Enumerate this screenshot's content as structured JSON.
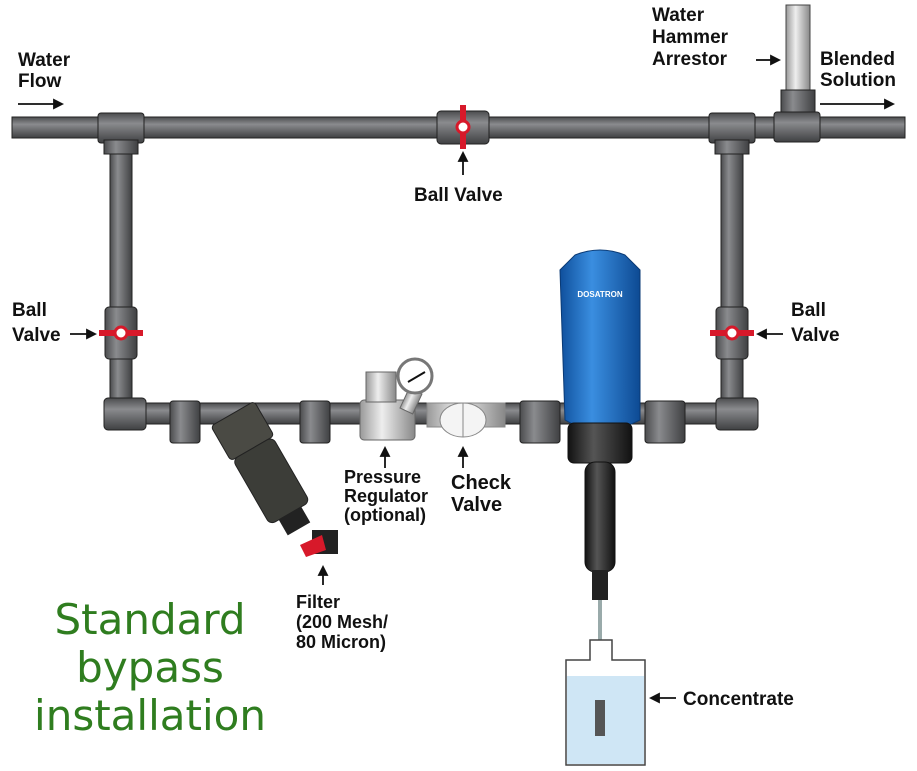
{
  "title": [
    "Standard",
    "bypass",
    "installation"
  ],
  "labels": {
    "water_flow": "Water\nFlow",
    "water_hammer_arrestor": "Water\nHammer\nArrestor",
    "blended_solution": "Blended\nSolution",
    "ball_valve_top": "Ball Valve",
    "ball_valve_left": "Ball\nValve",
    "ball_valve_right": "Ball\nValve",
    "pressure_regulator": "Pressure\nRegulator\n(optional)",
    "check_valve": "Check\nValve",
    "filter": "Filter\n(200 Mesh/\n80 Micron)",
    "concentrate": "Concentrate"
  },
  "brand": "DOSATRON",
  "colors": {
    "pipe": "#6d6e71",
    "dosatron": "#1f6fc1",
    "title": "#2f7d1f",
    "valve_handle": "#d7192a",
    "concentrate": "#cfe6f5"
  }
}
